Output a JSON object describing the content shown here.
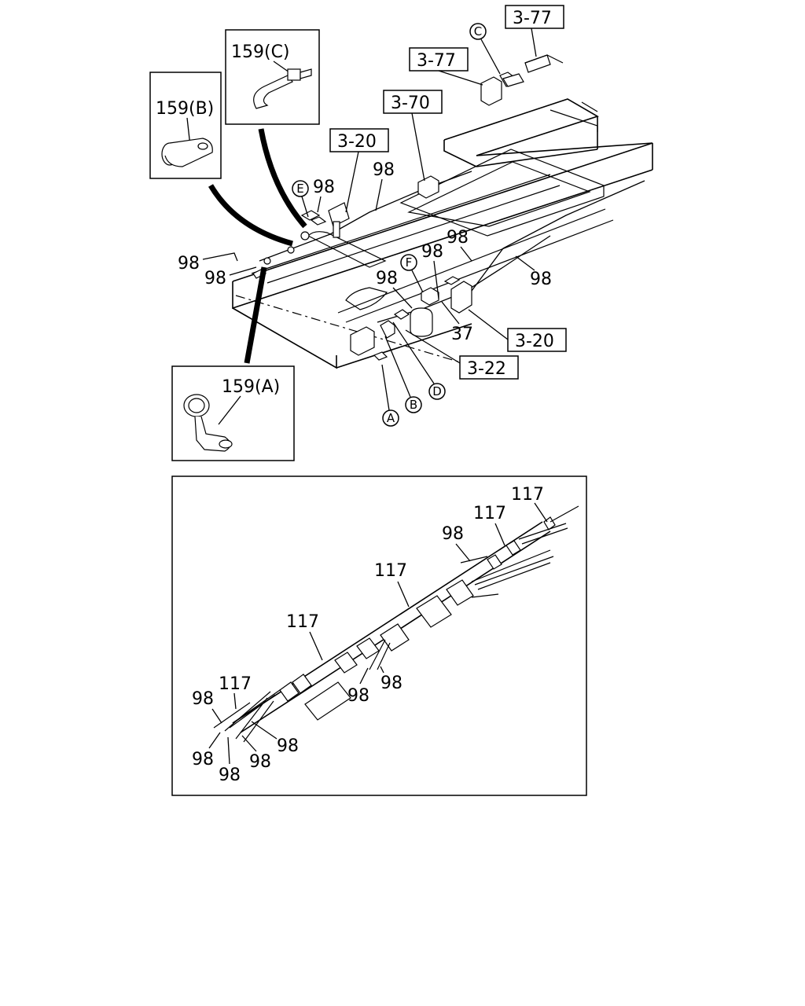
{
  "refs": {
    "r377a": "3-77",
    "r377b": "3-77",
    "r370": "3-70",
    "r320a": "3-20",
    "r320b": "3-20",
    "r322": "3-22"
  },
  "insets": {
    "a": "159(A)",
    "b": "159(B)",
    "c": "159(C)"
  },
  "circles": {
    "A": "A",
    "B": "B",
    "C": "C",
    "D": "D",
    "E": "E",
    "F": "F"
  },
  "upper_labels": {
    "n98_e": "98",
    "n98_top": "98",
    "n98_left1": "98",
    "n98_left2": "98",
    "n98_mid": "98",
    "n98_f": "98",
    "n98_center": "98",
    "n98_right": "98",
    "n37": "37"
  },
  "lower_labels": {
    "n117_a": "117",
    "n117_b": "117",
    "n117_c": "117",
    "n117_d": "117",
    "n117_e": "117",
    "n98_a": "98",
    "n98_b": "98",
    "n98_c": "98",
    "n98_d": "98",
    "n98_e": "98",
    "n98_f": "98",
    "n98_g": "98",
    "n98_h": "98"
  }
}
